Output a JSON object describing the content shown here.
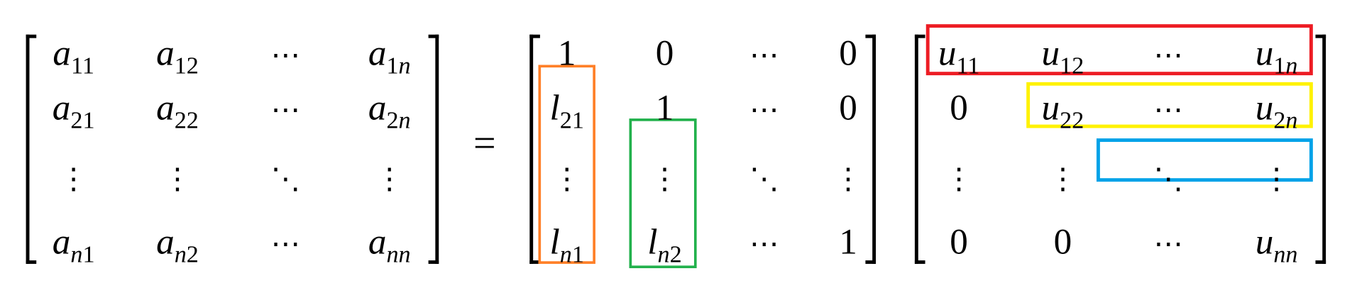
{
  "equation": {
    "equals": "=",
    "matrix_a": [
      [
        {
          "b": "a",
          "s": "11"
        },
        {
          "b": "a",
          "s": "12"
        },
        {
          "sym": "⋯"
        },
        {
          "b": "a",
          "s": "1",
          "si": "n"
        }
      ],
      [
        {
          "b": "a",
          "s": "21"
        },
        {
          "b": "a",
          "s": "22"
        },
        {
          "sym": "⋯"
        },
        {
          "b": "a",
          "s": "2",
          "si": "n"
        }
      ],
      [
        {
          "sym": "⋮"
        },
        {
          "sym": "⋮"
        },
        {
          "sym": "⋱"
        },
        {
          "sym": "⋮"
        }
      ],
      [
        {
          "b": "a",
          "si": "n",
          "s": "1",
          "subfirst": true
        },
        {
          "b": "a",
          "si": "n",
          "s": "2",
          "subfirst": true
        },
        {
          "sym": "⋯"
        },
        {
          "b": "a",
          "si": "nn"
        }
      ]
    ],
    "matrix_l": [
      [
        {
          "n": "1"
        },
        {
          "n": "0"
        },
        {
          "sym": "⋯"
        },
        {
          "n": "0"
        }
      ],
      [
        {
          "b": "l",
          "s": "21"
        },
        {
          "n": "1"
        },
        {
          "sym": "⋯"
        },
        {
          "n": "0"
        }
      ],
      [
        {
          "sym": "⋮"
        },
        {
          "sym": "⋮"
        },
        {
          "sym": "⋱"
        },
        {
          "sym": "⋮"
        }
      ],
      [
        {
          "b": "l",
          "si": "n",
          "s": "1",
          "subfirst": true
        },
        {
          "b": "l",
          "si": "n",
          "s": "2",
          "subfirst": true
        },
        {
          "sym": "⋯"
        },
        {
          "n": "1"
        }
      ]
    ],
    "matrix_u": [
      [
        {
          "b": "u",
          "s": "11"
        },
        {
          "b": "u",
          "s": "12"
        },
        {
          "sym": "⋯"
        },
        {
          "b": "u",
          "s": "1",
          "si": "n"
        }
      ],
      [
        {
          "n": "0"
        },
        {
          "b": "u",
          "s": "22"
        },
        {
          "sym": "⋯"
        },
        {
          "b": "u",
          "s": "2",
          "si": "n"
        }
      ],
      [
        {
          "sym": "⋮"
        },
        {
          "sym": "⋮"
        },
        {
          "sym": "⋱"
        },
        {
          "sym": "⋮"
        }
      ],
      [
        {
          "n": "0"
        },
        {
          "n": "0"
        },
        {
          "sym": "⋯"
        },
        {
          "b": "u",
          "si": "nn"
        }
      ]
    ]
  },
  "highlight_colors": {
    "l_column_1": "#ff7f27",
    "l_column_2": "#22b14c",
    "u_row_1": "#ed1c24",
    "u_row_2": "#fff200",
    "u_row_3": "#00a2e8"
  }
}
